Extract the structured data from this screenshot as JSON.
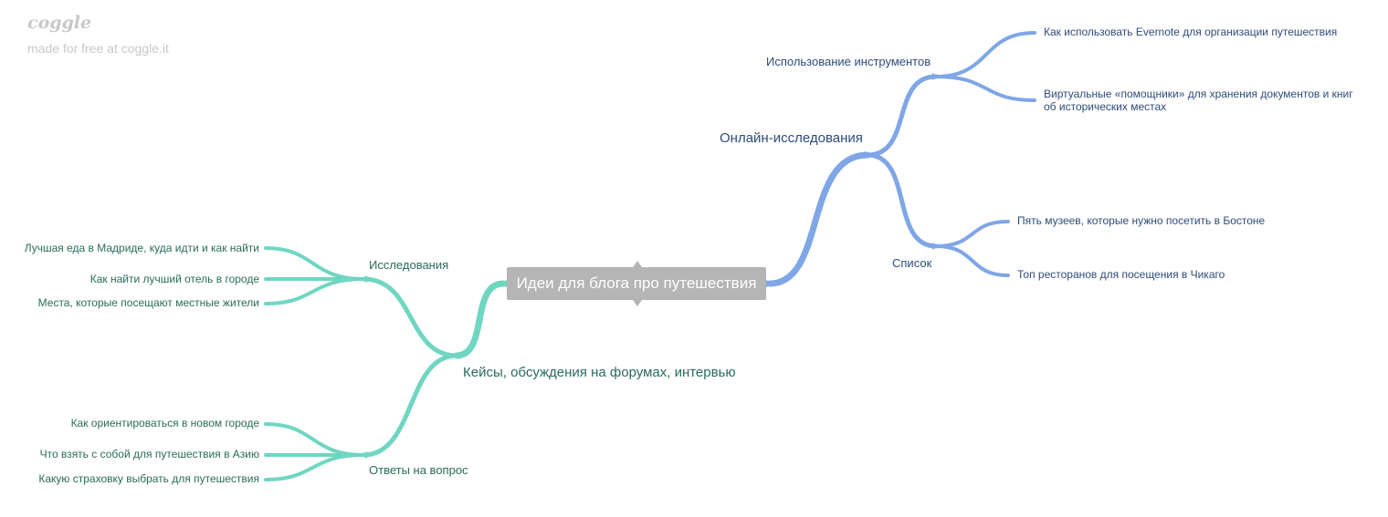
{
  "brand": {
    "logo": "coggle",
    "tagline": "made for free at coggle.it"
  },
  "root": {
    "label": "Идеи для блога про путешествия"
  },
  "colors": {
    "right_branch": "#7fa6e6",
    "left_branch": "#6fd6c2",
    "root_bg": "#b5b5b5"
  },
  "right": {
    "label": "Онлайн-исследования",
    "children": [
      {
        "label": "Использование инструментов",
        "children": [
          "Как использовать Evernote для организации путешествия",
          "Виртуальные «помощники» для хранения документов и книг об исторических местах"
        ]
      },
      {
        "label": "Список",
        "children": [
          "Пять музеев, которые нужно посетить в Бостоне",
          "Топ ресторанов для посещения в Чикаго"
        ]
      }
    ]
  },
  "left": {
    "label": "Кейсы, обсуждения на форумах, интервью",
    "children": [
      {
        "label": "Исследования",
        "children": [
          "Лучшая еда в Мадриде, куда идти и как найти",
          "Как найти лучший отель в городе",
          "Места, которые посещают местные жители"
        ]
      },
      {
        "label": "Ответы на вопрос",
        "children": [
          "Как ориентироваться в новом городе",
          "Что взять с собой для путешествия в Азию",
          "Какую страховку выбрать для путешествия"
        ]
      }
    ]
  }
}
